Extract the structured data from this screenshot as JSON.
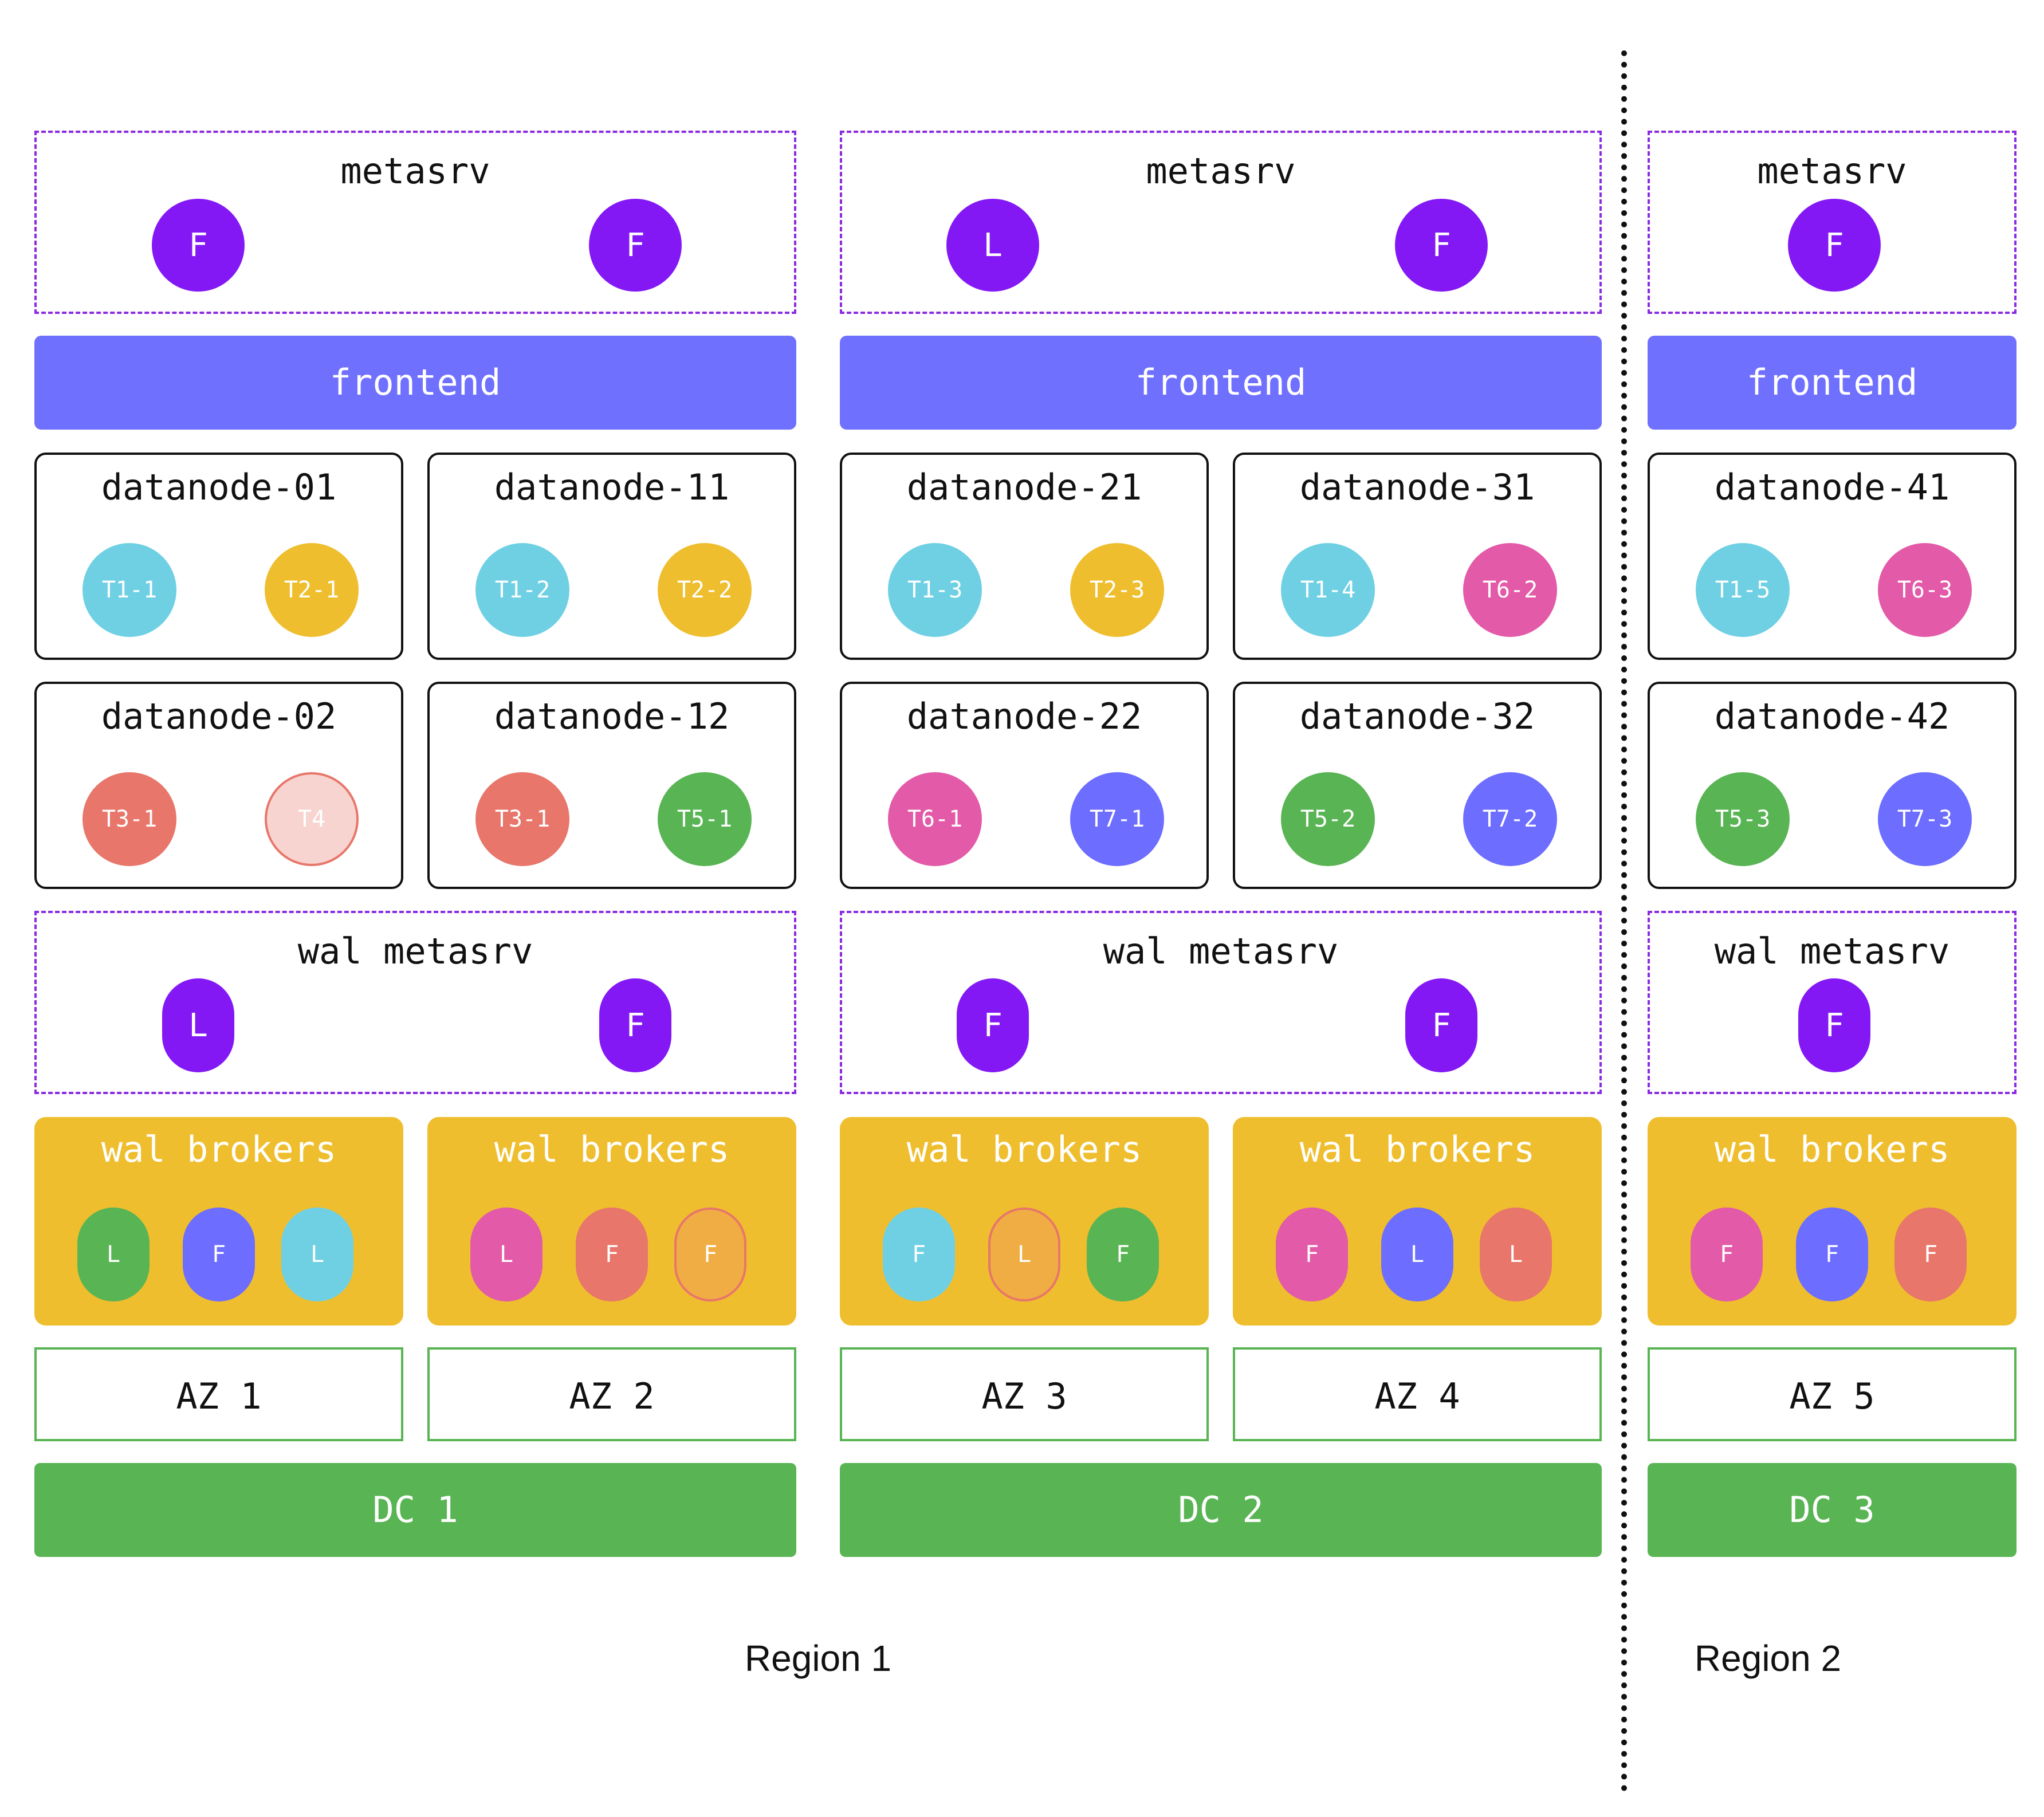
{
  "colors": {
    "purple": "#8318f5",
    "frontend": "#7070ff",
    "cyan": "#6fd0e4",
    "gold": "#efbe2e",
    "pink": "#e35aa8",
    "salmon": "#e8766a",
    "green": "#59b454",
    "indigo": "#6d6dff",
    "ghost_fill": "#f7d4d0",
    "orange": "#efad44"
  },
  "regions": [
    {
      "label": "Region 1",
      "dcs": [
        {
          "metasrv": {
            "title": "metasrv",
            "nodes": [
              "F",
              "F"
            ]
          },
          "frontend": "frontend",
          "datanodes": [
            {
              "title": "datanode-01",
              "tablets": [
                {
                  "text": "T1-1",
                  "color": "cyan"
                },
                {
                  "text": "T2-1",
                  "color": "gold"
                }
              ]
            },
            {
              "title": "datanode-11",
              "tablets": [
                {
                  "text": "T1-2",
                  "color": "cyan"
                },
                {
                  "text": "T2-2",
                  "color": "gold"
                }
              ]
            },
            {
              "title": "datanode-02",
              "tablets": [
                {
                  "text": "T3-1",
                  "color": "salmon"
                },
                {
                  "text": "T4",
                  "color": "ghost_fill",
                  "ghost": true
                }
              ]
            },
            {
              "title": "datanode-12",
              "tablets": [
                {
                  "text": "T3-1",
                  "color": "salmon"
                },
                {
                  "text": "T5-1",
                  "color": "green"
                }
              ]
            }
          ],
          "wal_metasrv": {
            "title": "wal metasrv",
            "nodes": [
              "L",
              "F"
            ]
          },
          "brokers": [
            {
              "title": "wal brokers",
              "nodes": [
                {
                  "text": "L",
                  "color": "green"
                },
                {
                  "text": "F",
                  "color": "indigo"
                },
                {
                  "text": "L",
                  "color": "cyan"
                }
              ]
            },
            {
              "title": "wal brokers",
              "nodes": [
                {
                  "text": "L",
                  "color": "pink"
                },
                {
                  "text": "F",
                  "color": "salmon"
                },
                {
                  "text": "F",
                  "color": "orange",
                  "ghost": true
                }
              ]
            }
          ],
          "azs": [
            "AZ 1",
            "AZ 2"
          ],
          "dc": "DC 1"
        },
        {
          "metasrv": {
            "title": "metasrv",
            "nodes": [
              "L",
              "F"
            ]
          },
          "frontend": "frontend",
          "datanodes": [
            {
              "title": "datanode-21",
              "tablets": [
                {
                  "text": "T1-3",
                  "color": "cyan"
                },
                {
                  "text": "T2-3",
                  "color": "gold"
                }
              ]
            },
            {
              "title": "datanode-31",
              "tablets": [
                {
                  "text": "T1-4",
                  "color": "cyan"
                },
                {
                  "text": "T6-2",
                  "color": "pink"
                }
              ]
            },
            {
              "title": "datanode-22",
              "tablets": [
                {
                  "text": "T6-1",
                  "color": "pink"
                },
                {
                  "text": "T7-1",
                  "color": "indigo"
                }
              ]
            },
            {
              "title": "datanode-32",
              "tablets": [
                {
                  "text": "T5-2",
                  "color": "green"
                },
                {
                  "text": "T7-2",
                  "color": "indigo"
                }
              ]
            }
          ],
          "wal_metasrv": {
            "title": "wal metasrv",
            "nodes": [
              "F",
              "F"
            ]
          },
          "brokers": [
            {
              "title": "wal brokers",
              "nodes": [
                {
                  "text": "F",
                  "color": "cyan"
                },
                {
                  "text": "L",
                  "color": "orange",
                  "ghost": true
                },
                {
                  "text": "F",
                  "color": "green"
                }
              ]
            },
            {
              "title": "wal brokers",
              "nodes": [
                {
                  "text": "F",
                  "color": "pink"
                },
                {
                  "text": "L",
                  "color": "indigo"
                },
                {
                  "text": "L",
                  "color": "salmon"
                }
              ]
            }
          ],
          "azs": [
            "AZ 3",
            "AZ 4"
          ],
          "dc": "DC 2"
        }
      ]
    },
    {
      "label": "Region 2",
      "dcs": [
        {
          "metasrv": {
            "title": "metasrv",
            "nodes": [
              "F"
            ]
          },
          "frontend": "frontend",
          "datanodes": [
            {
              "title": "datanode-41",
              "tablets": [
                {
                  "text": "T1-5",
                  "color": "cyan"
                },
                {
                  "text": "T6-3",
                  "color": "pink"
                }
              ]
            },
            {
              "title": "datanode-42",
              "tablets": [
                {
                  "text": "T5-3",
                  "color": "green"
                },
                {
                  "text": "T7-3",
                  "color": "indigo"
                }
              ]
            }
          ],
          "wal_metasrv": {
            "title": "wal metasrv",
            "nodes": [
              "F"
            ]
          },
          "brokers": [
            {
              "title": "wal brokers",
              "nodes": [
                {
                  "text": "F",
                  "color": "pink"
                },
                {
                  "text": "F",
                  "color": "indigo"
                },
                {
                  "text": "F",
                  "color": "salmon"
                }
              ]
            }
          ],
          "azs": [
            "AZ 5"
          ],
          "dc": "DC 3"
        }
      ]
    }
  ]
}
